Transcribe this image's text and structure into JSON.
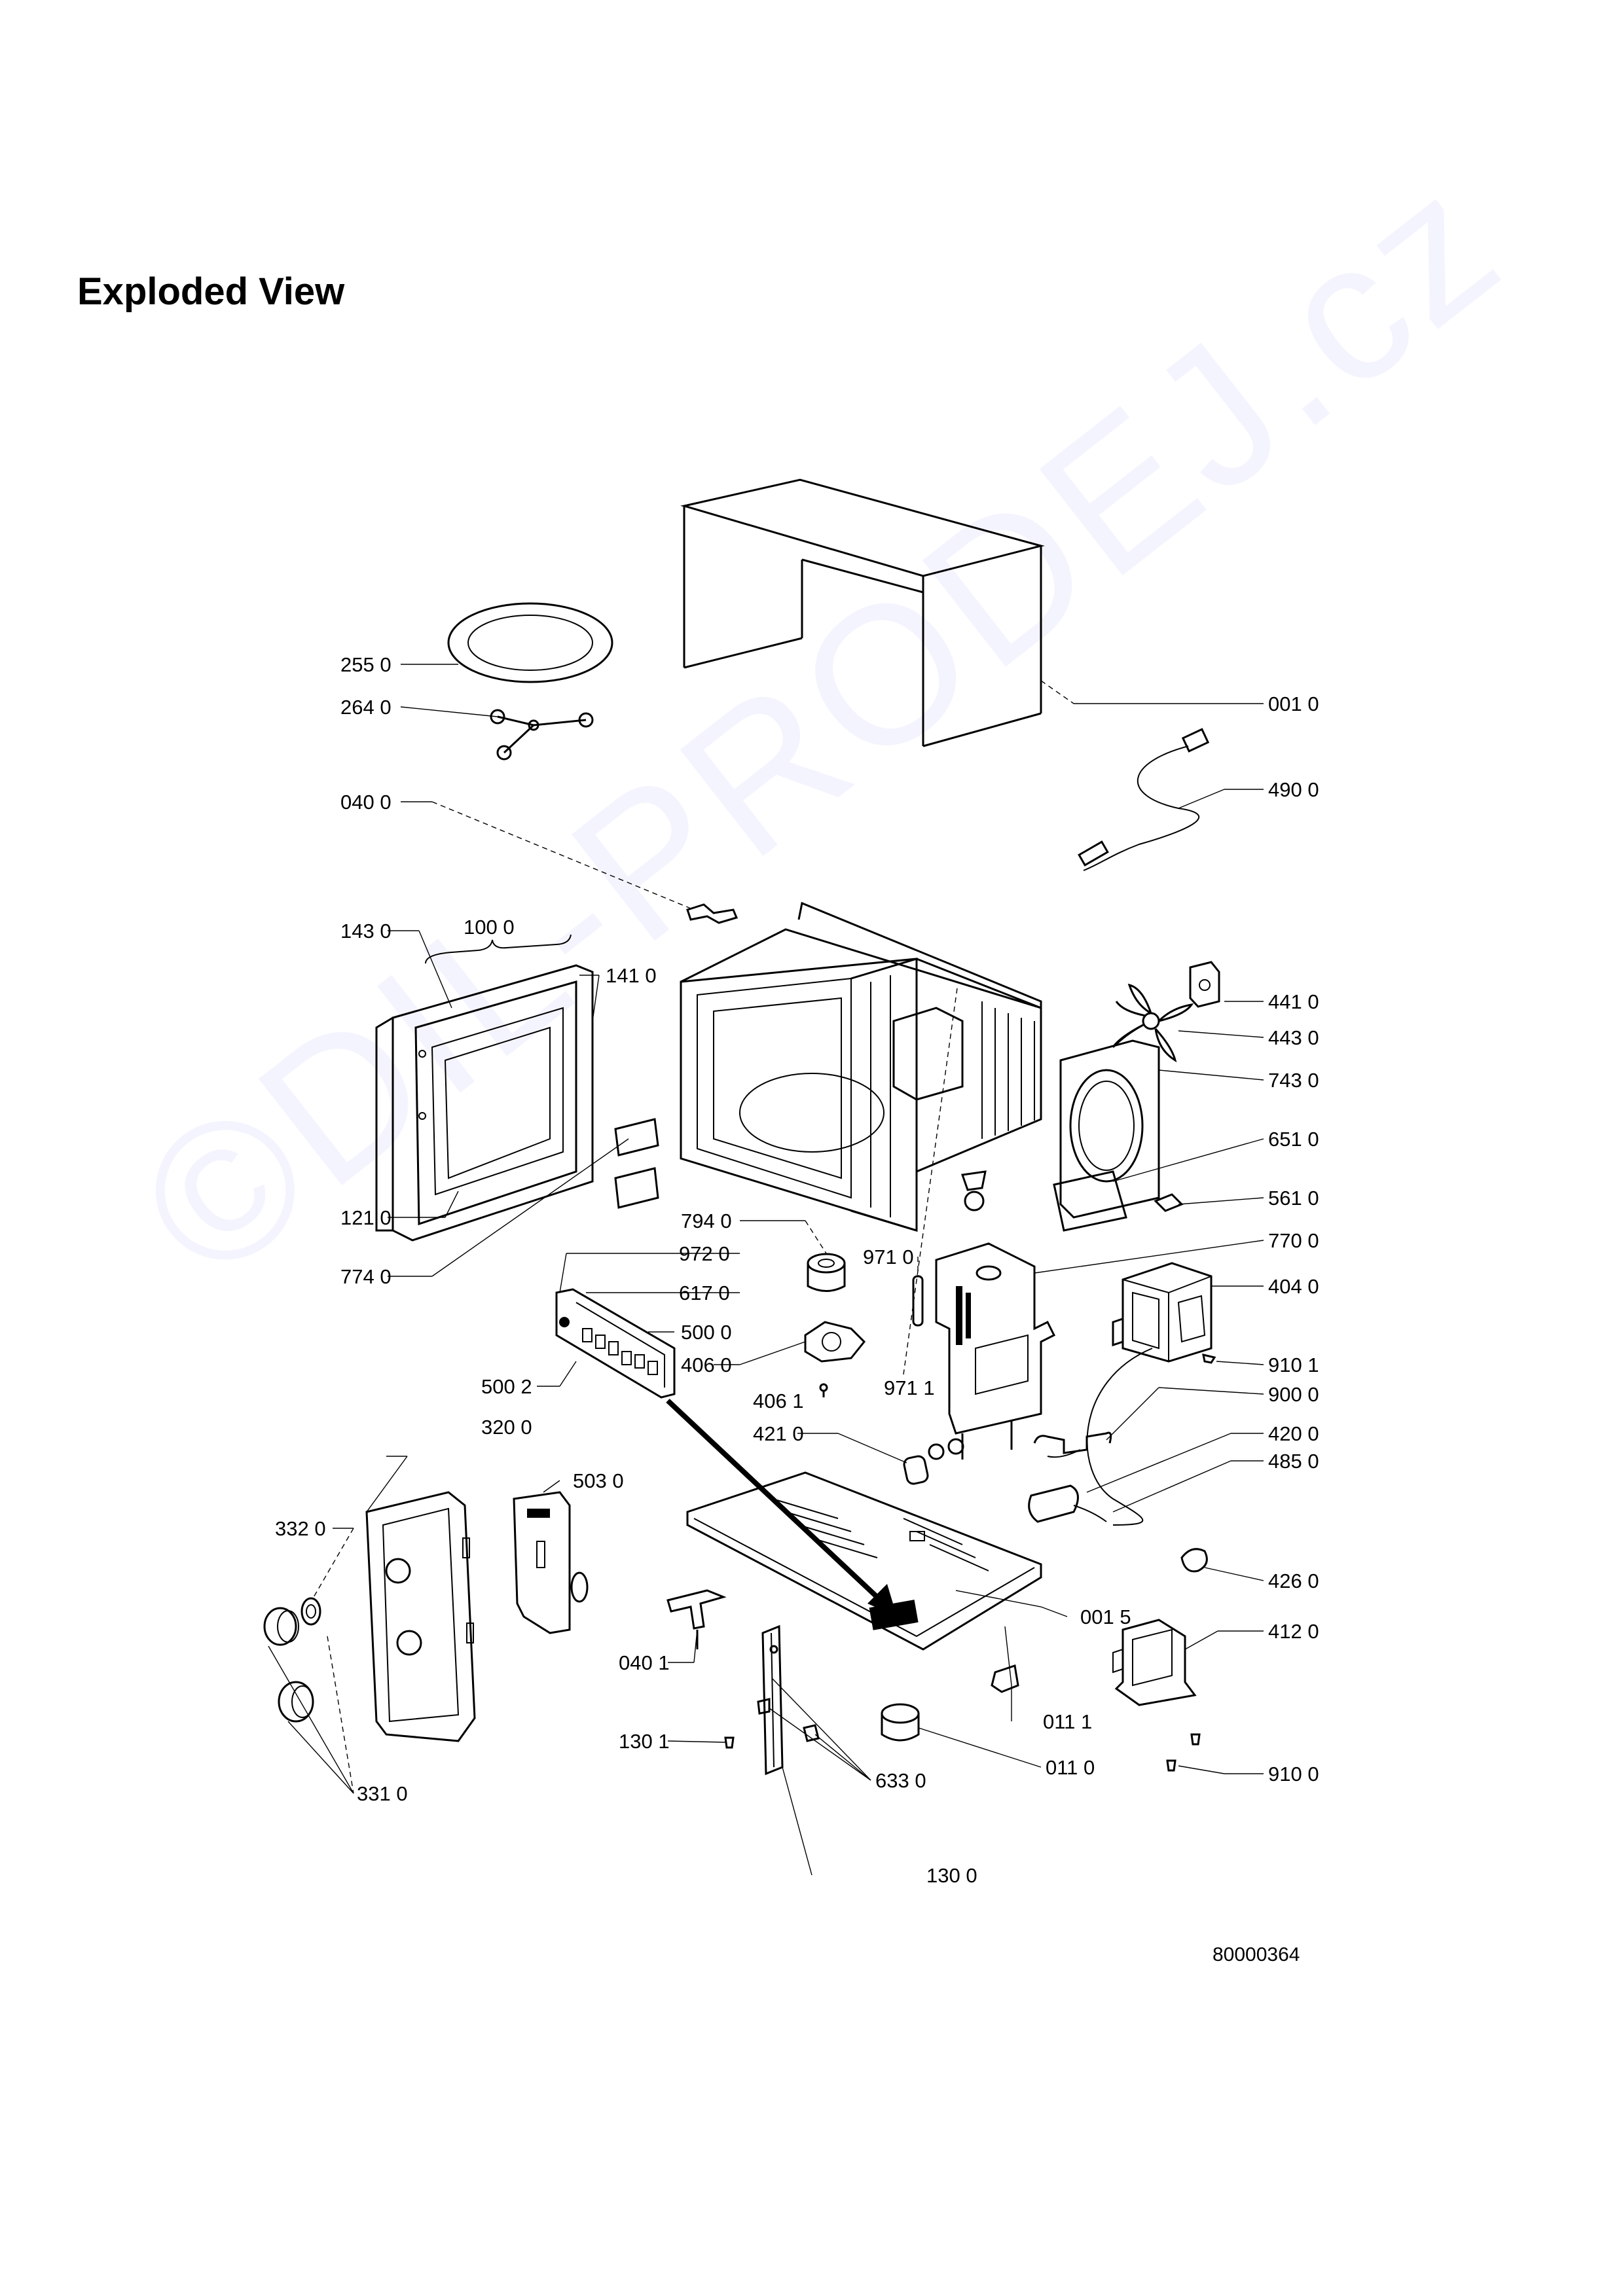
{
  "title": "Exploded View",
  "doc_number": "80000364",
  "watermark": "©DIL-PRODEJ.cz",
  "callouts": [
    {
      "id": "c001-0",
      "label": "001 0"
    },
    {
      "id": "c255-0",
      "label": "255 0"
    },
    {
      "id": "c264-0",
      "label": "264 0"
    },
    {
      "id": "c490-0",
      "label": "490 0"
    },
    {
      "id": "c040-0",
      "label": "040 0"
    },
    {
      "id": "c143-0",
      "label": "143 0"
    },
    {
      "id": "c100-0",
      "label": "100 0"
    },
    {
      "id": "c141-0",
      "label": "141 0"
    },
    {
      "id": "c441-0",
      "label": "441 0"
    },
    {
      "id": "c443-0",
      "label": "443 0"
    },
    {
      "id": "c743-0",
      "label": "743 0"
    },
    {
      "id": "c651-0",
      "label": "651 0"
    },
    {
      "id": "c121-0",
      "label": "121 0"
    },
    {
      "id": "c561-0",
      "label": "561 0"
    },
    {
      "id": "c794-0",
      "label": "794 0"
    },
    {
      "id": "c770-0",
      "label": "770 0"
    },
    {
      "id": "c774-0",
      "label": "774 0"
    },
    {
      "id": "c972-0",
      "label": "972 0"
    },
    {
      "id": "c971-0",
      "label": "971 0"
    },
    {
      "id": "c617-0",
      "label": "617 0"
    },
    {
      "id": "c404-0",
      "label": "404 0"
    },
    {
      "id": "c500-0",
      "label": "500 0"
    },
    {
      "id": "c406-0",
      "label": "406 0"
    },
    {
      "id": "c910-1",
      "label": "910 1"
    },
    {
      "id": "c500-2",
      "label": "500 2"
    },
    {
      "id": "c406-1",
      "label": "406 1"
    },
    {
      "id": "c971-1",
      "label": "971 1"
    },
    {
      "id": "c900-0",
      "label": "900 0"
    },
    {
      "id": "c320-0",
      "label": "320 0"
    },
    {
      "id": "c421-0",
      "label": "421 0"
    },
    {
      "id": "c420-0",
      "label": "420 0"
    },
    {
      "id": "c485-0",
      "label": "485 0"
    },
    {
      "id": "c503-0",
      "label": "503 0"
    },
    {
      "id": "c332-0",
      "label": "332 0"
    },
    {
      "id": "c426-0",
      "label": "426 0"
    },
    {
      "id": "c001-5",
      "label": "001 5"
    },
    {
      "id": "c412-0",
      "label": "412 0"
    },
    {
      "id": "c040-1",
      "label": "040 1"
    },
    {
      "id": "c011-1",
      "label": "011 1"
    },
    {
      "id": "c130-1",
      "label": "130 1"
    },
    {
      "id": "c011-0",
      "label": "011 0"
    },
    {
      "id": "c910-0",
      "label": "910 0"
    },
    {
      "id": "c633-0",
      "label": "633 0"
    },
    {
      "id": "c331-0",
      "label": "331 0"
    },
    {
      "id": "c130-0",
      "label": "130 0"
    }
  ]
}
